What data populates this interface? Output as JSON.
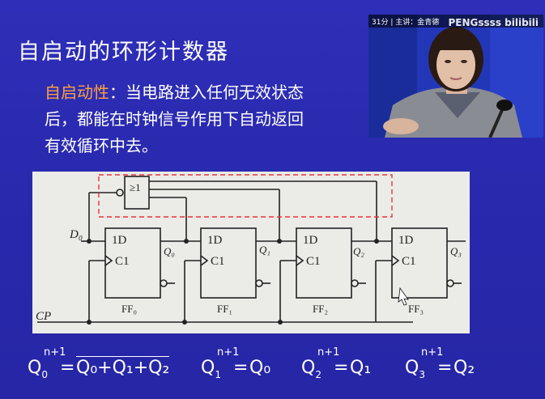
{
  "slide": {
    "title": "自启动的环形计数器",
    "definition_term": "自启动性",
    "definition_colon": "：",
    "definition_text": "当电路进入任何无效状态后，都能在时钟信号作用下自动返回有效循环中去。",
    "colors": {
      "background": "#2a2ab0",
      "term": "#ffa040",
      "text": "#ffffff"
    }
  },
  "video": {
    "overlay_text": "31分 | 主讲：金青德",
    "watermark": "PENGssss bilibili"
  },
  "circuit": {
    "input_label": "D₀",
    "clock_label": "CP",
    "nor_label": "≥1",
    "flipflops": [
      {
        "d": "1D",
        "c": "C1",
        "q": "Q₀",
        "name": "FF₀"
      },
      {
        "d": "1D",
        "c": "C1",
        "q": "Q₁",
        "name": "FF₁"
      },
      {
        "d": "1D",
        "c": "C1",
        "q": "Q₂",
        "name": "FF₂"
      },
      {
        "d": "1D",
        "c": "C1",
        "q": "Q₃",
        "name": "FF₃"
      }
    ]
  },
  "equations": [
    {
      "lhs": "Q",
      "lhs_sub": "0",
      "sup": "n+1",
      "op": "=",
      "rhs": "Q₀+Q₁+Q₂"
    },
    {
      "lhs": "Q",
      "lhs_sub": "1",
      "sup": "n+1",
      "op": "=",
      "rhs": "Q₀"
    },
    {
      "lhs": "Q",
      "lhs_sub": "2",
      "sup": "n+1",
      "op": "=",
      "rhs": "Q₁"
    },
    {
      "lhs": "Q",
      "lhs_sub": "3",
      "sup": "n+1",
      "op": "=",
      "rhs": "Q₂"
    }
  ]
}
